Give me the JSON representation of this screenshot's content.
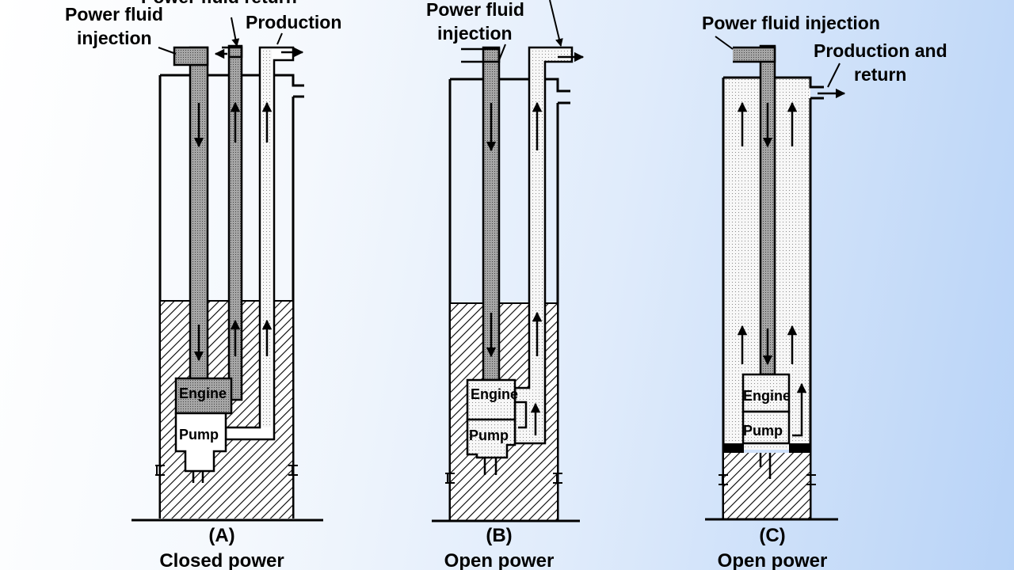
{
  "diagram": {
    "panels": [
      {
        "id": "A",
        "label": "(A)",
        "caption": "Closed power",
        "callouts": {
          "injection_line1": "Power fluid",
          "injection_line2": "injection",
          "return": "Power fluid return",
          "production": "Production"
        },
        "engine": "Engine",
        "pump": "Pump"
      },
      {
        "id": "B",
        "label": "(B)",
        "caption": "Open power",
        "callouts": {
          "injection_line1": "Power fluid",
          "injection_line2": "injection"
        },
        "engine": "Engine",
        "pump": "Pump"
      },
      {
        "id": "C",
        "label": "(C)",
        "caption": "Open power",
        "callouts": {
          "injection": "Power fluid injection",
          "production_line1": "Production and",
          "production_line2": "return"
        },
        "engine": "Engine",
        "pump": "Pump"
      }
    ],
    "colors": {
      "background_left": "#ffffff",
      "background_right": "#b8d3f7",
      "stroke": "#000000",
      "dark_fill": "#a8a8a8",
      "light_fill": "#f0f0f0"
    }
  }
}
